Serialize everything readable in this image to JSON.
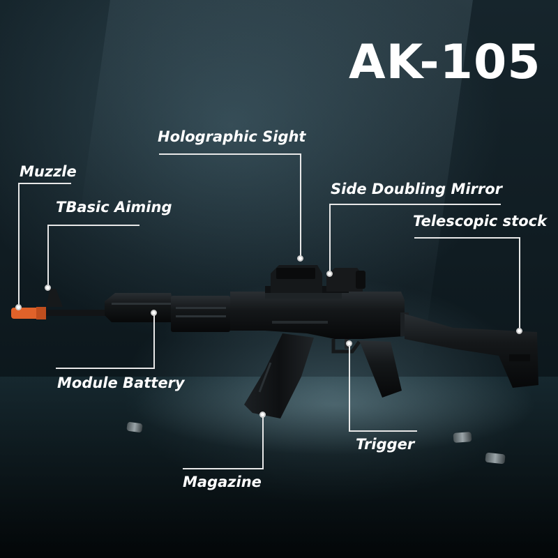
{
  "title": "AK-105",
  "labels": {
    "holographic_sight": "Holographic Sight",
    "muzzle": "Muzzle",
    "side_doubling_mirror": "Side Doubling Mirror",
    "basic_aiming": "TBasic Aiming",
    "telescopic_stock": "Telescopic stock",
    "module_battery": "Module Battery",
    "trigger": "Trigger",
    "magazine": "Magazine"
  },
  "colors": {
    "muzzle_tip": "#e0622a",
    "rifle_body": "#101214",
    "text": "#ffffff"
  }
}
